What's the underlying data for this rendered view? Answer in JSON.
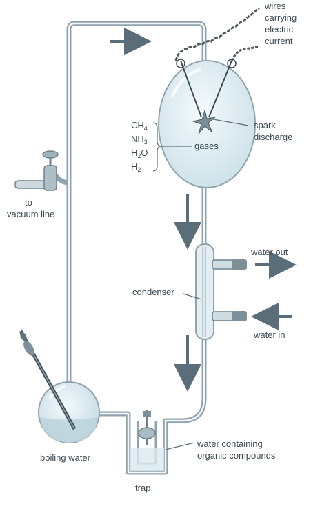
{
  "labels": {
    "wires_line1": "wires",
    "wires_line2": "carrying",
    "wires_line3": "electric",
    "wires_line4": "current",
    "spark_line1": "spark",
    "spark_line2": "discharge",
    "gases": "gases",
    "vacuum_line1": "to",
    "vacuum_line2": "vacuum line",
    "water_out": "water out",
    "condenser": "condenser",
    "water_in": "water in",
    "boiling_water": "boiling water",
    "trap": "trap",
    "organic_line1": "water containing",
    "organic_line2": "organic compounds"
  },
  "gas_formulas": [
    {
      "main": "CH",
      "sub": "4"
    },
    {
      "main": "NH",
      "sub": "3"
    },
    {
      "main": "H",
      "sub": "2",
      "tail": "O"
    },
    {
      "main": "H",
      "sub": "2"
    }
  ],
  "colors": {
    "glass_stroke": "#8fa3ae",
    "glass_fill": "#e6f1f5",
    "arrow": "#5a6e7a",
    "text": "#3a4a55",
    "water": "#bcd3dc"
  }
}
